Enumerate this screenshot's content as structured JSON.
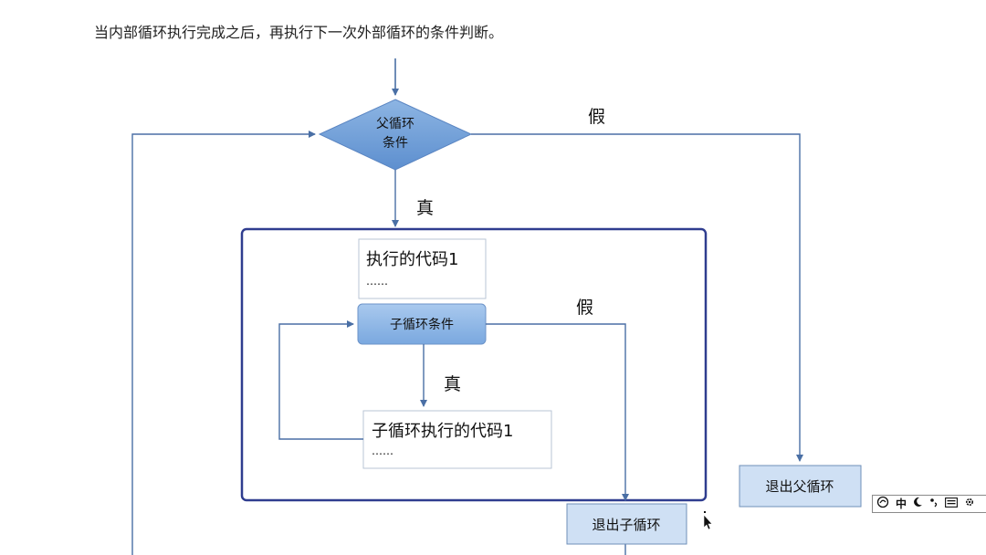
{
  "caption": "当内部循环执行完成之后，再执行下一次外部循环的条件判断。",
  "flowchart": {
    "outer_condition": {
      "line1": "父循环",
      "line2": "条件"
    },
    "outer_true_label": "真",
    "outer_false_label": "假",
    "code1": {
      "text": "执行的代码1",
      "ellipsis": "……"
    },
    "inner_condition": "子循环条件",
    "inner_true_label": "真",
    "inner_false_label": "假",
    "inner_code": {
      "text": "子循环执行的代码1",
      "ellipsis": "……"
    },
    "exit_inner": "退出子循环",
    "exit_outer": "退出父循环"
  },
  "ime_toolbar": {
    "icons": [
      "ime-logo-icon",
      "moon-icon",
      "punctuation-icon",
      "keyboard-icon",
      "settings-icon"
    ],
    "mode_label": "中"
  },
  "colors": {
    "diamond_fill": "#6e9fd8",
    "inner_box_fill": "#8fb8e6",
    "exit_box_fill": "#cfe0f4",
    "outer_frame": "#2f3d8f",
    "arrow": "#4a6fa5"
  }
}
